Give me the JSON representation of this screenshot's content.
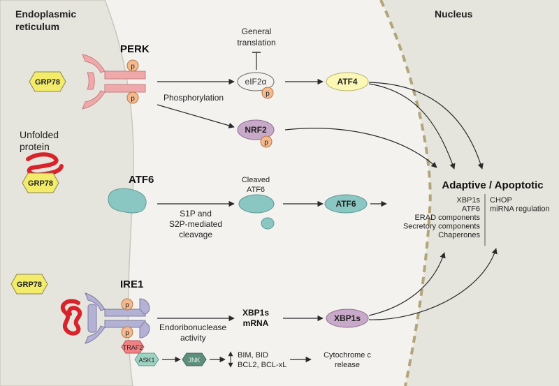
{
  "regions": {
    "er_line1": "Endoplasmic",
    "er_line2": "reticulum",
    "nucleus": "Nucleus"
  },
  "labels": {
    "perk": "PERK",
    "atf6_sensor": "ATF6",
    "ire1": "IRE1",
    "grp78": "GRP78",
    "unfolded_line1": "Unfolded",
    "unfolded_line2": "protein",
    "phospho": "p",
    "general_translation_line1": "General",
    "general_translation_line2": "translation",
    "phosphorylation": "Phosphorylation",
    "eif2a": "eIF2α",
    "atf4": "ATF4",
    "nrf2": "NRF2",
    "cleaved_atf6_line1": "Cleaved",
    "cleaved_atf6_line2": "ATF6",
    "atf6_active": "ATF6",
    "s1p_line1": "S1P and",
    "s1p_line2": "S2P-mediated",
    "s1p_line3": "cleavage",
    "xbp1s_mrna_line1": "XBP1s",
    "xbp1s_mrna_line2": "mRNA",
    "xbp1s": "XBP1s",
    "endoribo_line1": "Endoribonuclease",
    "endoribo_line2": "activity",
    "traf2": "TRAF2",
    "ask1": "ASK1",
    "jnk": "JNK",
    "bim_line1": "BIM, BID",
    "bim_line2": "BCL2, BCL-xL",
    "cyto_line1": "Cytochrome c",
    "cyto_line2": "release"
  },
  "outcome": {
    "title": "Adaptive / Apoptotic",
    "adaptive": [
      "XBP1s",
      "ATF6",
      "ERAD components",
      "Secretory components",
      "Chaperones"
    ],
    "apoptotic": [
      "CHOP",
      "miRNA regulation"
    ]
  },
  "colors": {
    "cytoplasm": "#f3f2ef",
    "er": "#e6e5dd",
    "nucleus": "#e6e5dd",
    "nuclear_envelope": "#b3a57a",
    "perk": "#f0a9ab",
    "atf6": "#8ac6c2",
    "ire1": "#b3b1d4",
    "grp78": "#f2ec6a",
    "phospho": "#f4b98f",
    "atf4": "#fbf7b5",
    "nrf2": "#c8a9c9",
    "unfolded": "#d8232a",
    "traf2": "#f08083",
    "ask1": "#9ed3c4",
    "jnk": "#5e8f7c"
  }
}
